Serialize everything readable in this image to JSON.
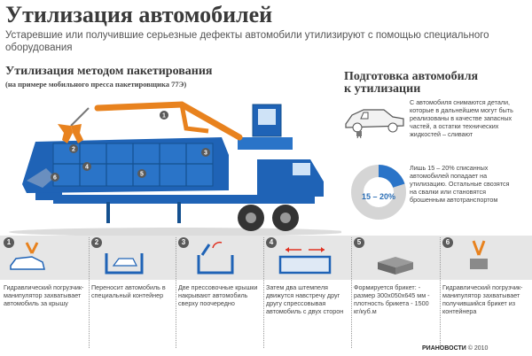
{
  "header": {
    "title": "Утилизация автомобилей",
    "subtitle": "Устаревшие или получившие серьезные дефекты автомобили утилизируют с помощью специального оборудования"
  },
  "left_section": {
    "title": "Утилизация методом пакетирования",
    "subtitle": "(на примере мобильного пресса пакетировщика 77Э)"
  },
  "right_section": {
    "title_line1": "Подготовка автомобиля",
    "title_line2": "к утилизации",
    "text1": "С автомобиля снимаются детали, которые в дальнейшем могут быть реализованы в качестве запасных частей, а остатки технических жидкостей – сливают",
    "text2": "Лишь 15 – 20% списанных автомобилей попадает на утилизацию. Остальные свозятся на свалки или становятся брошенным автотранспортом",
    "percent_label": "15 – 20%",
    "percent_share": 0.2
  },
  "press_labels": [
    "1",
    "2",
    "3",
    "4",
    "5",
    "6"
  ],
  "steps": [
    {
      "num": "1",
      "text": "Гидравлический погрузчик-манипулятор захватывает автомобиль за крышу"
    },
    {
      "num": "2",
      "text": "Переносит автомобиль в специальный контейнер"
    },
    {
      "num": "3",
      "text": "Две прессовочные крышки накрывают автомобиль сверху поочередно"
    },
    {
      "num": "4",
      "text": "Затем два штемпеля движутся навстречу друг другу спрессовывая автомобиль с двух сторон"
    },
    {
      "num": "5",
      "text": "Формируется брикет: - размер 300х050х645 мм - плотность брикета - 1500 кг/куб.м"
    },
    {
      "num": "6",
      "text": "Гидравлический погрузчик-манипулятор захватывает получившийся брикет из контейнера"
    }
  ],
  "footer": {
    "brand": "РИАНОВОСТИ",
    "copyright": "© 2010"
  },
  "colors": {
    "blue": "#1f63b6",
    "orange": "#e8821e",
    "gray": "#e6e6e6",
    "dark": "#3a3a3a"
  }
}
